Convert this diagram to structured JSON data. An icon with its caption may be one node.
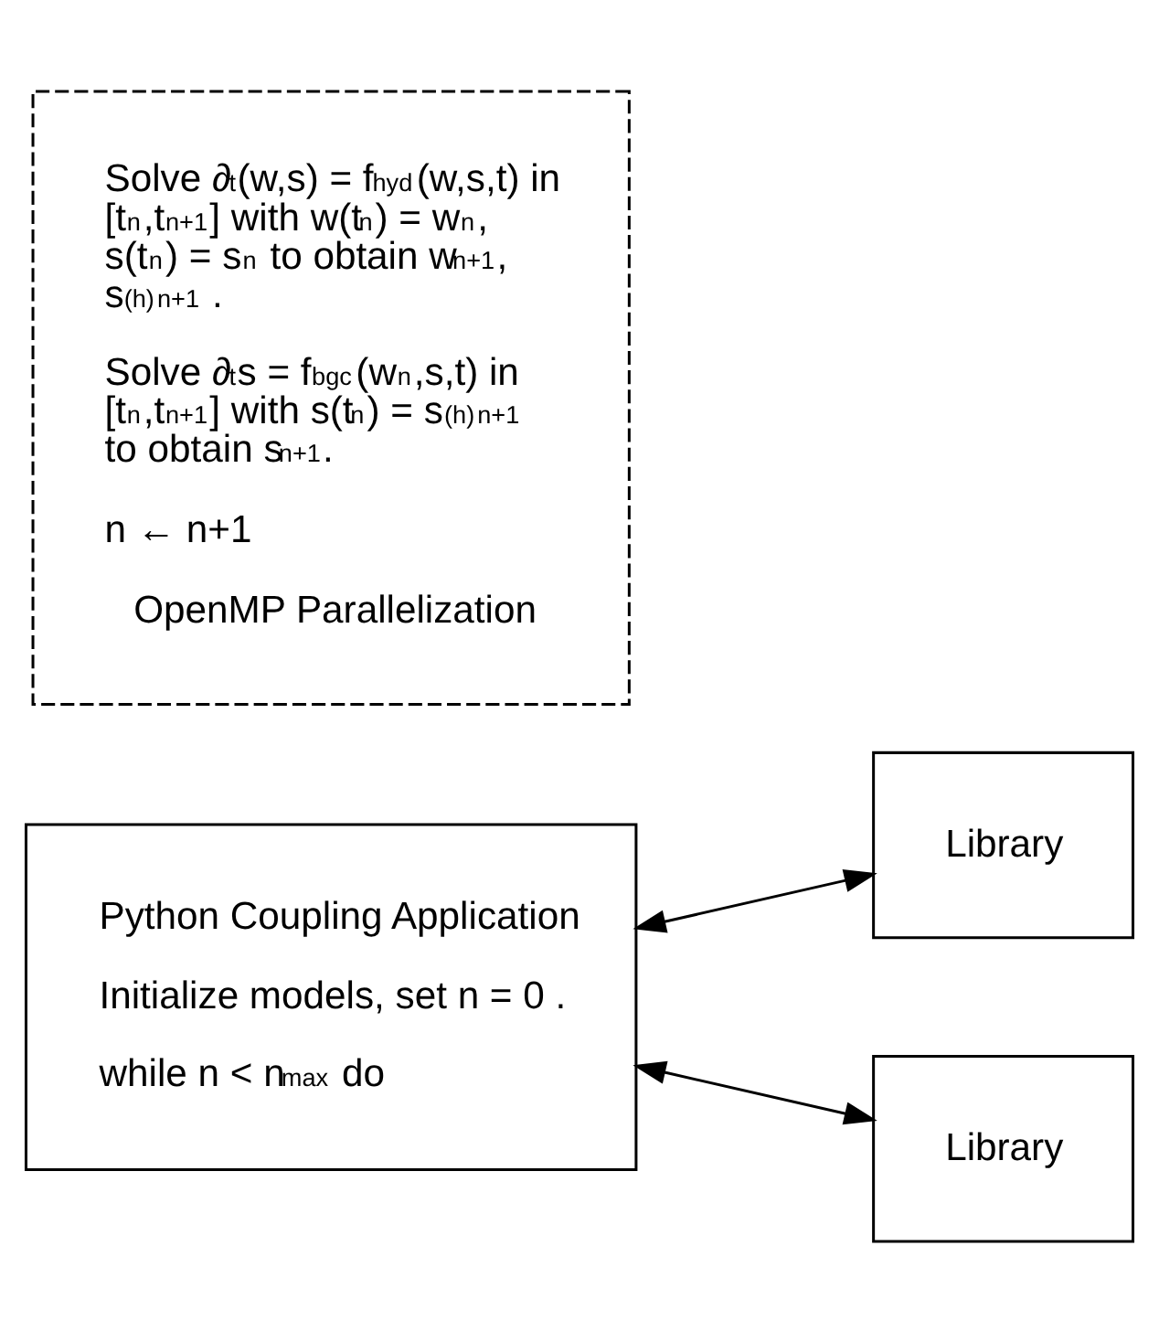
{
  "diagram": {
    "nodes": [
      {
        "text": [
          "Python Coupling Application",
          "Initialize models, set n = 0 .",
          "while n < n$_{max}$ do"
        ]
      },
      {
        "text": [
          "Solve ∂$_{t}$(w,s) = f$_{hyd}$(w,s,t) in [t$_{n}$,t$_{n+1}$] with w(t$_{n}$) = w$_{n}$, s(t$_{n}$) = s$_{n}$ to obtain w$_{n+1}$, s$^{(h)}$$_{n+1}$ .",
          "Solve ∂$_{t}$s = f$_{bgc}$(w$_{n}$,s,t) in [t$_{n}$,t$_{n+1}$] with s(t$_{n}$) = s$^{(h)}$$_{n+1}$ to obtain s$_{n+1}$.",
          "n ← n+1",
          "OpenMP Parallelization"
        ]
      },
      {
        "text": [
          "Library"
        ]
      },
      {
        "text": [
          "Library"
        ]
      }
    ],
    "edges": [
      {
        "from": 0,
        "to": 2,
        "arrow": "both"
      },
      {
        "from": 0,
        "to": 3,
        "arrow": "both"
      }
    ]
  }
}
